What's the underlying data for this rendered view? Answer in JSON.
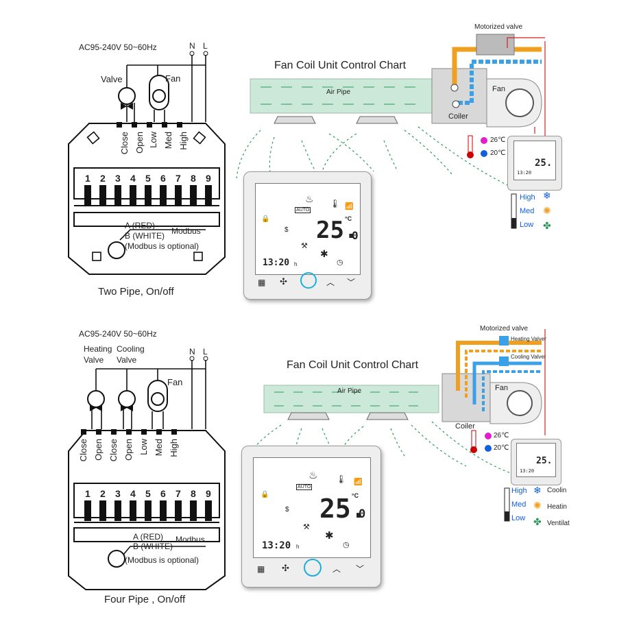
{
  "two_pipe": {
    "power": "AC95-240V  50~60Hz",
    "n": "N",
    "l": "L",
    "valve": "Valve",
    "fan": "Fan",
    "terminals": [
      "Close",
      "Open",
      "Low",
      "Med",
      "High"
    ],
    "numbers": [
      "1",
      "2",
      "3",
      "4",
      "5",
      "6",
      "7",
      "8",
      "9"
    ],
    "modbus": "Modbus",
    "a_red": "A (RED)",
    "b_white": "B (WHITE)",
    "optional": "(Modbus is optional)",
    "caption": "Two Pipe, On/off",
    "chart_title": "Fan Coil Unit Control Chart",
    "air_pipe": "Air Pipe",
    "motorized": "Motorized valve",
    "unit_fan": "Fan",
    "coiler": "Coiler",
    "t26": "26℃",
    "t20": "20℃",
    "speeds": [
      "High",
      "Med",
      "Low"
    ],
    "display": {
      "auto": "AUTO",
      "temp": "25.",
      "dec": "0",
      "unit": "°C",
      "clock": "13:20",
      "h": "h"
    }
  },
  "four_pipe": {
    "power": "AC95-240V  50~60Hz",
    "n": "N",
    "l": "L",
    "heating": "Heating",
    "heating2": "Valve",
    "cooling": "Cooling",
    "cooling2": "Valve",
    "fan": "Fan",
    "terminals": [
      "Close",
      "Open",
      "Close",
      "Open",
      "Low",
      "Med",
      "High"
    ],
    "numbers": [
      "1",
      "2",
      "3",
      "4",
      "5",
      "6",
      "7",
      "8",
      "9"
    ],
    "modbus": "Modbus",
    "a_red": "A (RED)",
    "b_white": "B (WHITE)",
    "optional": "(Modbus is optional)",
    "caption": "Four Pipe , On/off",
    "chart_title": "Fan Coil Unit Control Chart",
    "air_pipe": "Air Pipe",
    "motorized": "Motorized valve",
    "heating_valve": "Heating Valver",
    "cooling_valve": "Cooling Valver",
    "unit_fan": "Fan",
    "coiler": "Coiler",
    "t26": "26℃",
    "t20": "20℃",
    "speeds": [
      "High",
      "Med",
      "Low"
    ],
    "modes": [
      "Coolin",
      "Heatin",
      "Ventilat"
    ],
    "display": {
      "auto": "AUTO",
      "temp": "25.",
      "dec": "0",
      "unit": "°C",
      "clock": "13:20",
      "h": "h"
    }
  },
  "colors": {
    "pipe": "#cce8d8",
    "arrow": "#2a9a5a",
    "hot": "#f0a020",
    "cold": "#3aa0e8",
    "warm_dot": "#e020d0",
    "cool_dot": "#1060e0",
    "wire_red": "#d02020"
  }
}
